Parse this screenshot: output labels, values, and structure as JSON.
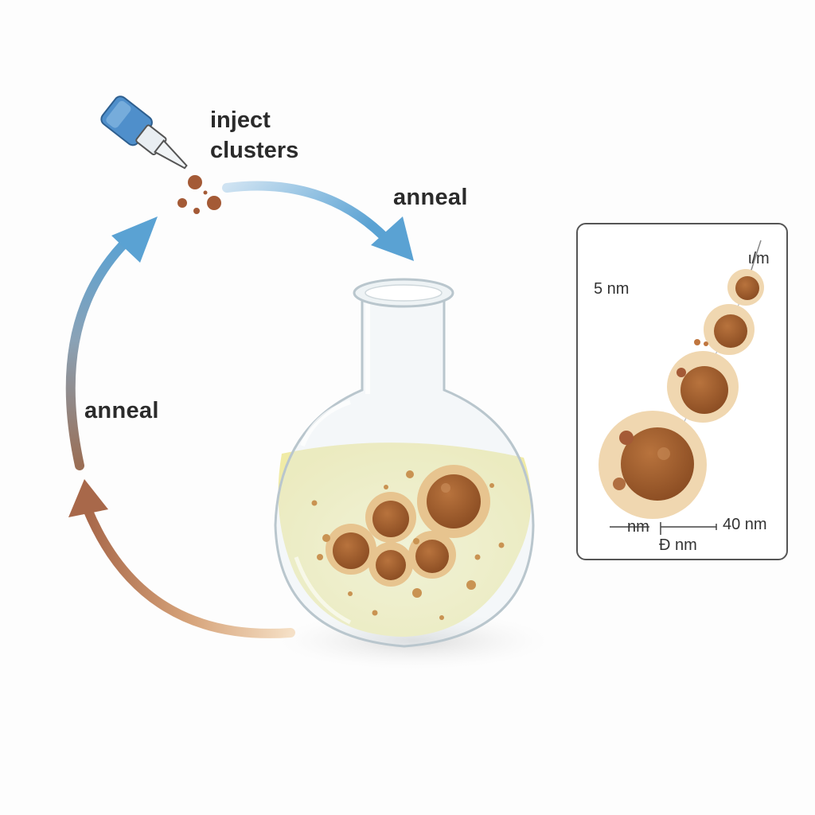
{
  "labels": {
    "inject_line1": "inject",
    "inject_line2": "clusters",
    "anneal_top": "anneal",
    "anneal_left": "anneal"
  },
  "inset": {
    "label_top_right": "ι/m",
    "label_top_left": "5 nm",
    "label_bottom_left": "nm",
    "label_bottom_right": "40 nm",
    "label_bottom_center": "Ð nm"
  },
  "colors": {
    "arrow_blue": "#5fa6d4",
    "arrow_brown": "#b07450",
    "liquid": "#f4f0b4",
    "particle_core": "#9c5a2c",
    "particle_halo": "#e7c48f",
    "dropper_blue": "#4f8fcb"
  },
  "icons": {
    "dropper": "dropper-icon",
    "flask": "flask-icon"
  }
}
